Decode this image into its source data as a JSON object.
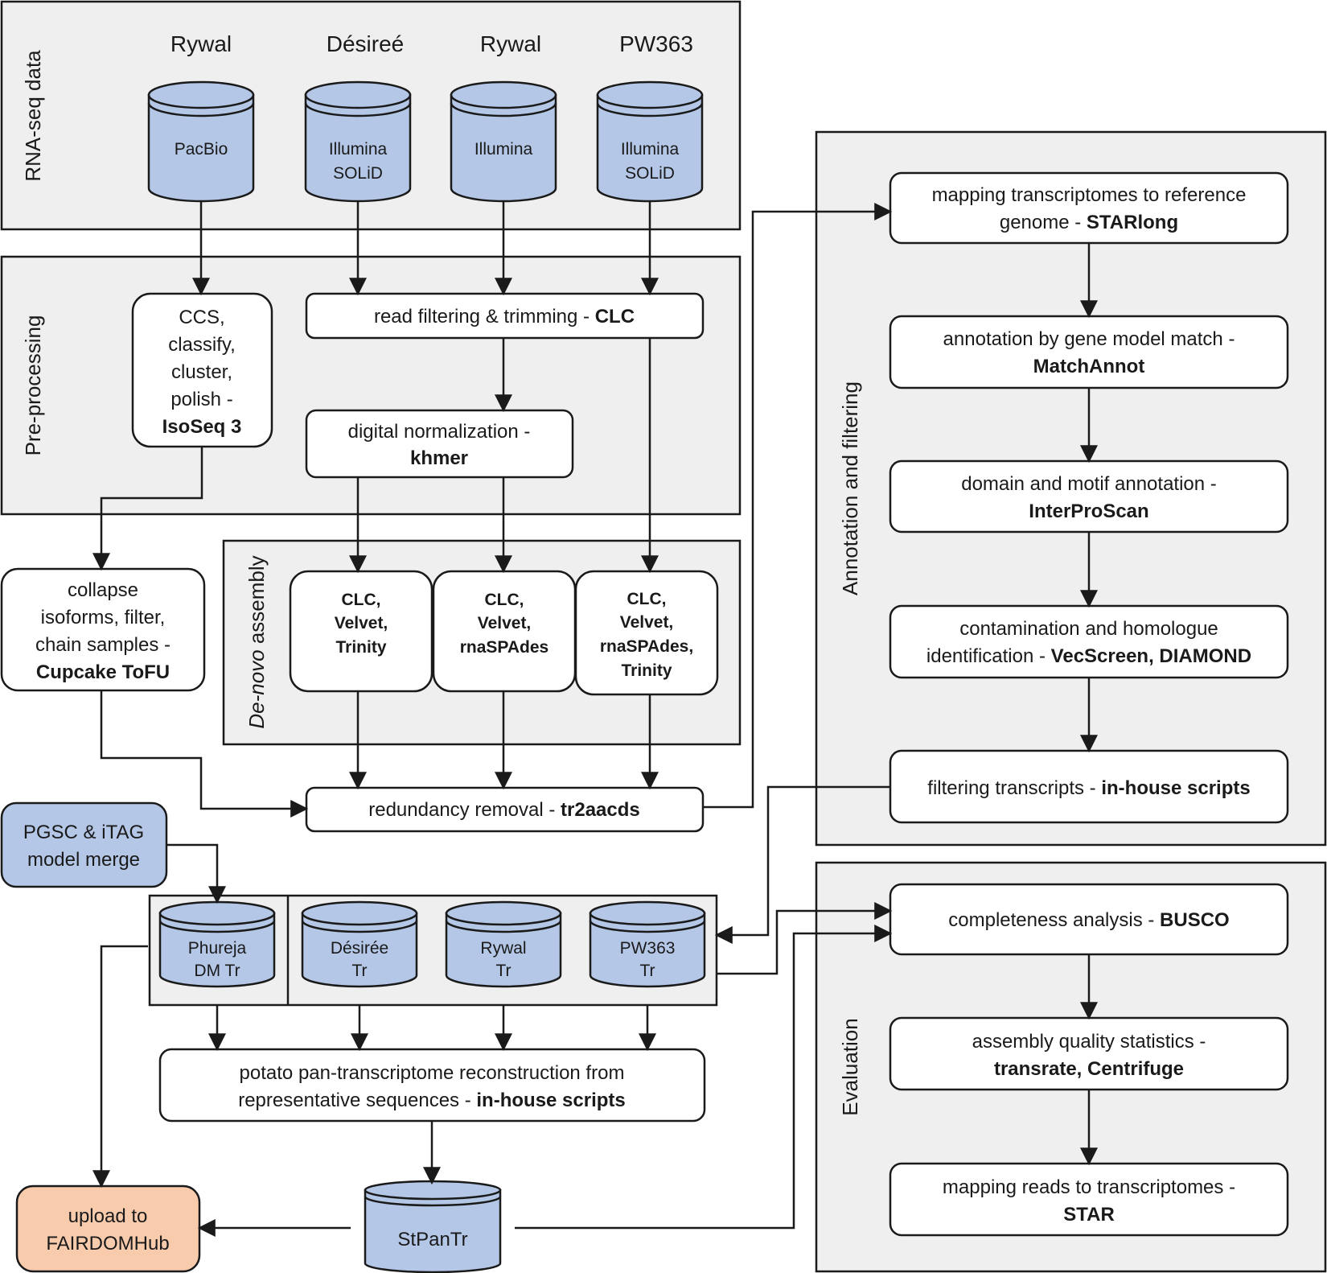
{
  "panels": {
    "rnaseq": "RNA-seq data",
    "preprocessing": "Pre-processing",
    "denovo": {
      "italic": "De-novo",
      "rest": " assembly"
    },
    "annotation": "Annotation and filtering",
    "evaluation": "Evaluation"
  },
  "sources": [
    {
      "cultivar": "Rywal",
      "platform": [
        "PacBio"
      ]
    },
    {
      "cultivar": "Désireé",
      "platform": [
        "Illumina",
        "SOLiD"
      ]
    },
    {
      "cultivar": "Rywal",
      "platform": [
        "Illumina"
      ]
    },
    {
      "cultivar": "PW363",
      "platform": [
        "Illumina",
        "SOLiD"
      ]
    }
  ],
  "isoseq": {
    "lines": [
      "CCS,",
      "classify,",
      "cluster,",
      "polish -"
    ],
    "tool": "IsoSeq 3"
  },
  "read_filter": {
    "text": "read filtering & trimming - ",
    "tool": "CLC"
  },
  "normalization": {
    "text": "digital normalization -",
    "tool": "khmer"
  },
  "cupcake": {
    "lines": [
      "collapse",
      "isoforms, filter,",
      "chain samples -"
    ],
    "tool": "Cupcake ToFU"
  },
  "assemblers": [
    [
      "CLC,",
      "Velvet,",
      "Trinity"
    ],
    [
      "CLC,",
      "Velvet,",
      "rnaSPAdes"
    ],
    [
      "CLC,",
      "Velvet,",
      "rnaSPAdes,",
      "Trinity"
    ]
  ],
  "redundancy": {
    "text": "redundancy removal - ",
    "tool": "tr2aacds"
  },
  "pgsc": [
    "PGSC & iTAG",
    "model merge"
  ],
  "transcriptomes": [
    [
      "Phureja",
      "DM Tr"
    ],
    [
      "Désirée",
      "Tr"
    ],
    [
      "Rywal",
      "Tr"
    ],
    [
      "PW363",
      "Tr"
    ]
  ],
  "pan": {
    "line1": "potato pan-transcriptome reconstruction from",
    "line2": "representative sequences - ",
    "tool": "in-house scripts"
  },
  "stpantr": "StPanTr",
  "upload": [
    "upload to",
    "FAIRDOMHub"
  ],
  "annotation_steps": [
    {
      "line1": "mapping transcriptomes to reference",
      "line2": "genome - ",
      "tool": "STARlong"
    },
    {
      "line1": "annotation by gene model match  -",
      "line2": "",
      "tool": "MatchAnnot"
    },
    {
      "line1": "domain and motif annotation -",
      "line2": "",
      "tool": "InterProScan"
    },
    {
      "line1": "contamination and homologue",
      "line2": "identification - ",
      "tool": "VecScreen, DIAMOND"
    },
    {
      "line1": "",
      "line2": "filtering transcripts - ",
      "tool": "in-house scripts"
    }
  ],
  "evaluation_steps": [
    {
      "line1": "",
      "line2": "completeness analysis - ",
      "tool": "BUSCO"
    },
    {
      "line1": "assembly quality statistics -",
      "line2": "",
      "tool": "transrate, Centrifuge"
    },
    {
      "line1": "mapping reads to transcriptomes -",
      "line2": "",
      "tool": "STAR"
    }
  ],
  "colors": {
    "panel_fill": "#efefef",
    "database_fill": "#b4c7e7",
    "pgsc_fill": "#b4c7e7",
    "upload_fill": "#f8cbad",
    "line": "#1a1a1a"
  }
}
